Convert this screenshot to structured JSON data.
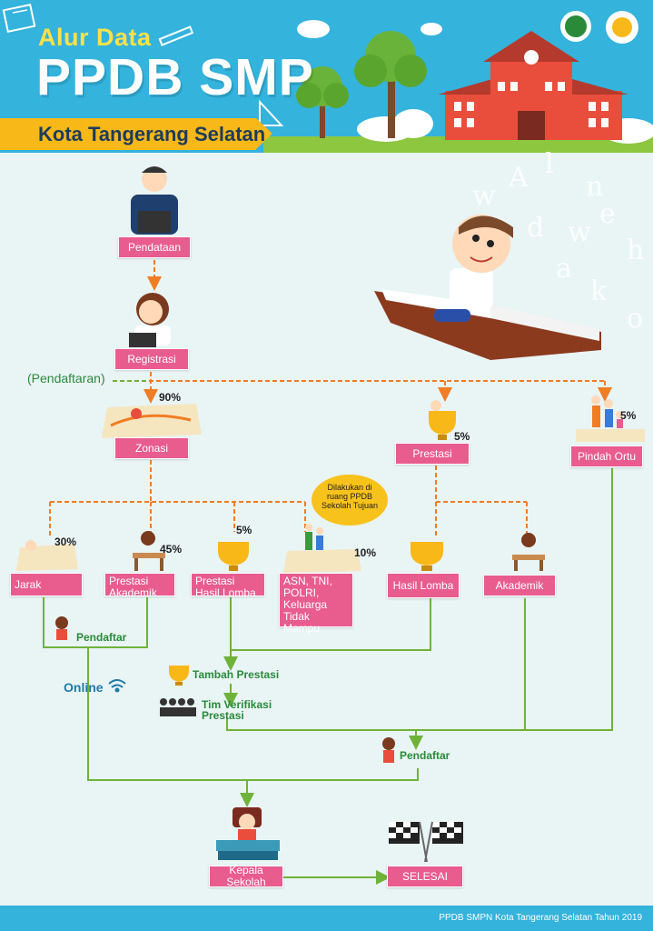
{
  "header": {
    "title_small": "Alur Data",
    "title_big": "PPDB SMP",
    "subtitle": "Kota Tangerang Selatan"
  },
  "labels": {
    "pendaftaran": "(Pendaftaran)",
    "pendaftar_1": "Pendaftar",
    "online": "Online",
    "tambah_prestasi": "Tambah Prestasi",
    "tim_verifikasi_1": "Tim Verifikasi",
    "tim_verifikasi_2": "Prestasi",
    "pendaftar_2": "Pendaftar",
    "bubble": "Dilakukan di ruang PPDB Sekolah Tujuan"
  },
  "boxes": {
    "pendataan": "Pendataan",
    "registrasi": "Registrasi",
    "zonasi": "Zonasi",
    "prestasi": "Prestasi",
    "pindah_ortu": "Pindah Ortu",
    "jarak": "Jarak",
    "prestasi_akademik": "Prestasi Akademik",
    "prestasi_hasil_lomba": "Prestasi Hasil Lomba",
    "asn": "ASN, TNI, POLRI, Keluarga Tidak Mampu",
    "hasil_lomba": "Hasil Lomba",
    "akademik": "Akademik",
    "kepala_sekolah": "Kepala Sekolah",
    "selesai": "SELESAI"
  },
  "percentages": {
    "zonasi": "90%",
    "prestasi": "5%",
    "pindah_ortu": "5%",
    "jarak": "30%",
    "prestasi_akademik": "45%",
    "prestasi_hasil_lomba": "5%",
    "asn": "10%"
  },
  "footer": "PPDB SMPN Kota Tangerang Selatan Tahun 2019",
  "colors": {
    "header_bg": "#34b3dc",
    "box_pink": "#e85c8e",
    "arrow_orange": "#f07d24",
    "line_green": "#6fb23a",
    "accent_yellow": "#f8b818"
  }
}
